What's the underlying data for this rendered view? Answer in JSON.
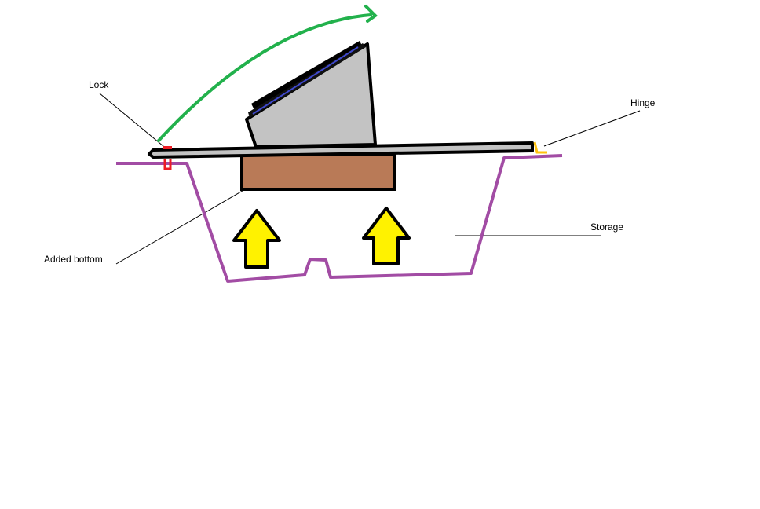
{
  "labels": {
    "lock": "Lock",
    "hinge": "Hinge",
    "storage": "Storage",
    "added_bottom": "Added bottom"
  },
  "colors": {
    "container": "#a24ca4",
    "lid": "#c3c3c3",
    "added_bottom": "#b97a57",
    "push_arrows": "#fff200",
    "open_arrow": "#22b14c",
    "lock": "#ed1c24",
    "hinge": "#ffc20e",
    "panel_stripe": "#3f48cc"
  }
}
